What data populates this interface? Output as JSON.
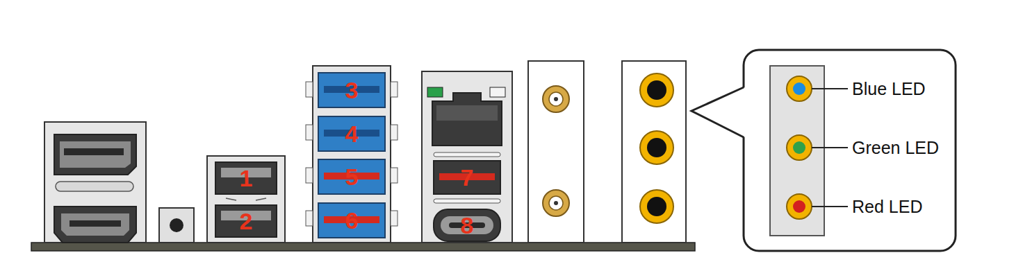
{
  "diagram": {
    "labels": [
      "1",
      "2",
      "3",
      "4",
      "5",
      "6",
      "7",
      "8",
      "Blue LED",
      "Green LED",
      "Red LED"
    ]
  }
}
